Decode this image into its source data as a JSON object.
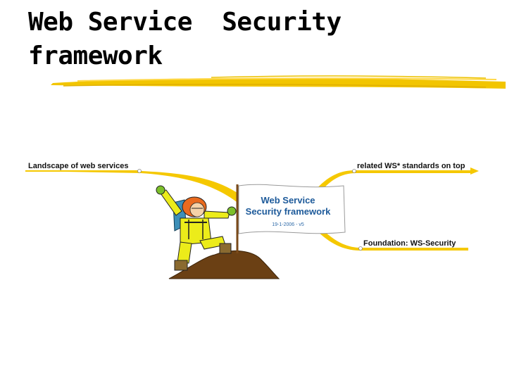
{
  "slide": {
    "title_line1": "Web Service  Security",
    "title_line2": "framework"
  },
  "mindmap": {
    "center_title_line1": "Web Service",
    "center_title_line2": "Security framework",
    "center_date": "19-1-2006 - v5",
    "branches": {
      "left_top": "Landscape of web services",
      "right_top": "related WS* standards on top",
      "right_bottom": "Foundation: WS-Security"
    }
  },
  "colors": {
    "accent_yellow": "#f2c500",
    "branch_yellow": "#f5c800",
    "flag_text": "#1d5a9a",
    "hill_brown": "#6b4014"
  }
}
